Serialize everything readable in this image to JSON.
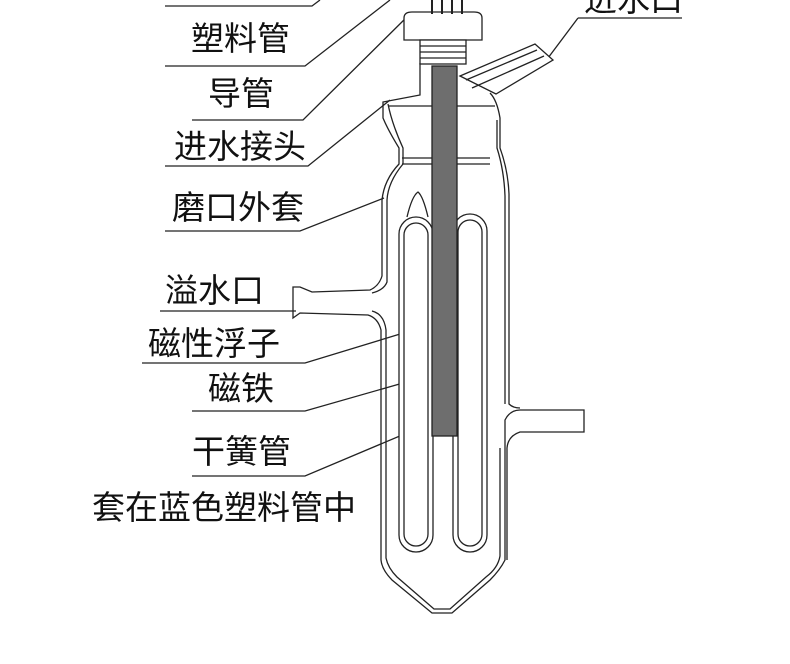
{
  "labels": {
    "plastic_tube": "塑料管",
    "guide_tube": "导管",
    "water_inlet_fitting": "进水接头",
    "ground_outer_sleeve": "磨口外套",
    "overflow_port": "溢水口",
    "magnetic_float": "磁性浮子",
    "magnet": "磁铁",
    "reed_switch_tube": "干簧管",
    "sleeve_note": "套在蓝色塑料管中",
    "water_inlet": "进水口"
  },
  "colors": {
    "line": "#222222",
    "guide_tube_fill": "#6e6e6e",
    "glass_fill": "#ffffff"
  }
}
